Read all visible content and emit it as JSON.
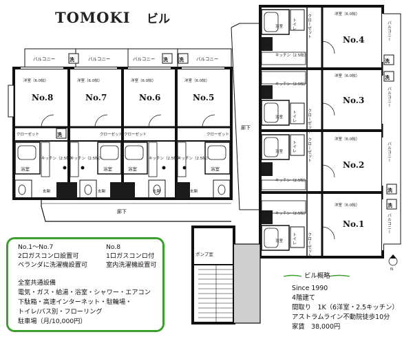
{
  "title": {
    "main": "TOMOKI",
    "kana": "ビル"
  },
  "labels": {
    "balcony": "バルコニー",
    "wash": "洗",
    "western_room": "洋室（6.0帖）",
    "closet": "クローゼット",
    "kitchen": "キッチン（2.5帖）",
    "bath": "浴室",
    "entrance": "玄関",
    "toilet": "トイレ",
    "corridor": "廊下",
    "pump_room": "ポンプ室"
  },
  "rooms": {
    "no8": "No.8",
    "no7": "No.7",
    "no6": "No.6",
    "no5": "No.5",
    "no4": "No.4",
    "no3": "No.3",
    "no2": "No.2",
    "no1": "No.1"
  },
  "compass": "N",
  "info": {
    "line1_left": "No.1〜No.7",
    "line1_right": "No.8",
    "line2_left": "2口ガスコンロ設置可",
    "line2_right": "1口ガスコンロ付",
    "line3_left": "ベランダに洗濯機設置可",
    "line3_right": "室内洗濯機設置可",
    "common_title": "全室共通設備",
    "common_1": "電気・ガス・給湯・浴室・シャワー・エアコン",
    "common_2": "下駄箱・高速インターネット・駐輪場・",
    "common_3": "トイレ/バス別・フローリング",
    "parking": "駐車場（月/10,000円）"
  },
  "summary": {
    "heading": "ビル概略",
    "since": "Since 1990",
    "floors": "4階建て",
    "layout": "間取り　1K（6洋室・2.5キッチン）",
    "access": "アストラムライン不動院徒歩10分",
    "rent": "家賃　38,000円"
  },
  "colors": {
    "wall": "#111111",
    "info_border": "#3aa02c",
    "accent_line": "#e07b1c",
    "floor_dark": "#1a1a1a"
  }
}
